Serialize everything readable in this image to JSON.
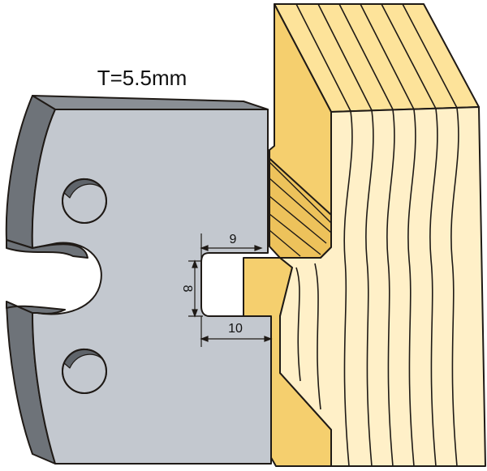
{
  "thickness_label": "T=5.5mm",
  "dimensions": {
    "slot_depth_top": "9",
    "slot_width": "8",
    "slot_depth_bottom": "10"
  },
  "colors": {
    "blade_face": "#c3c8cf",
    "blade_edge": "#6e7379",
    "blade_hole": "#5f646a",
    "wood_face": "#fde39a",
    "wood_shadow": "#edc25b",
    "wood_end": "#fff0c8",
    "outline": "#1f1a16"
  }
}
